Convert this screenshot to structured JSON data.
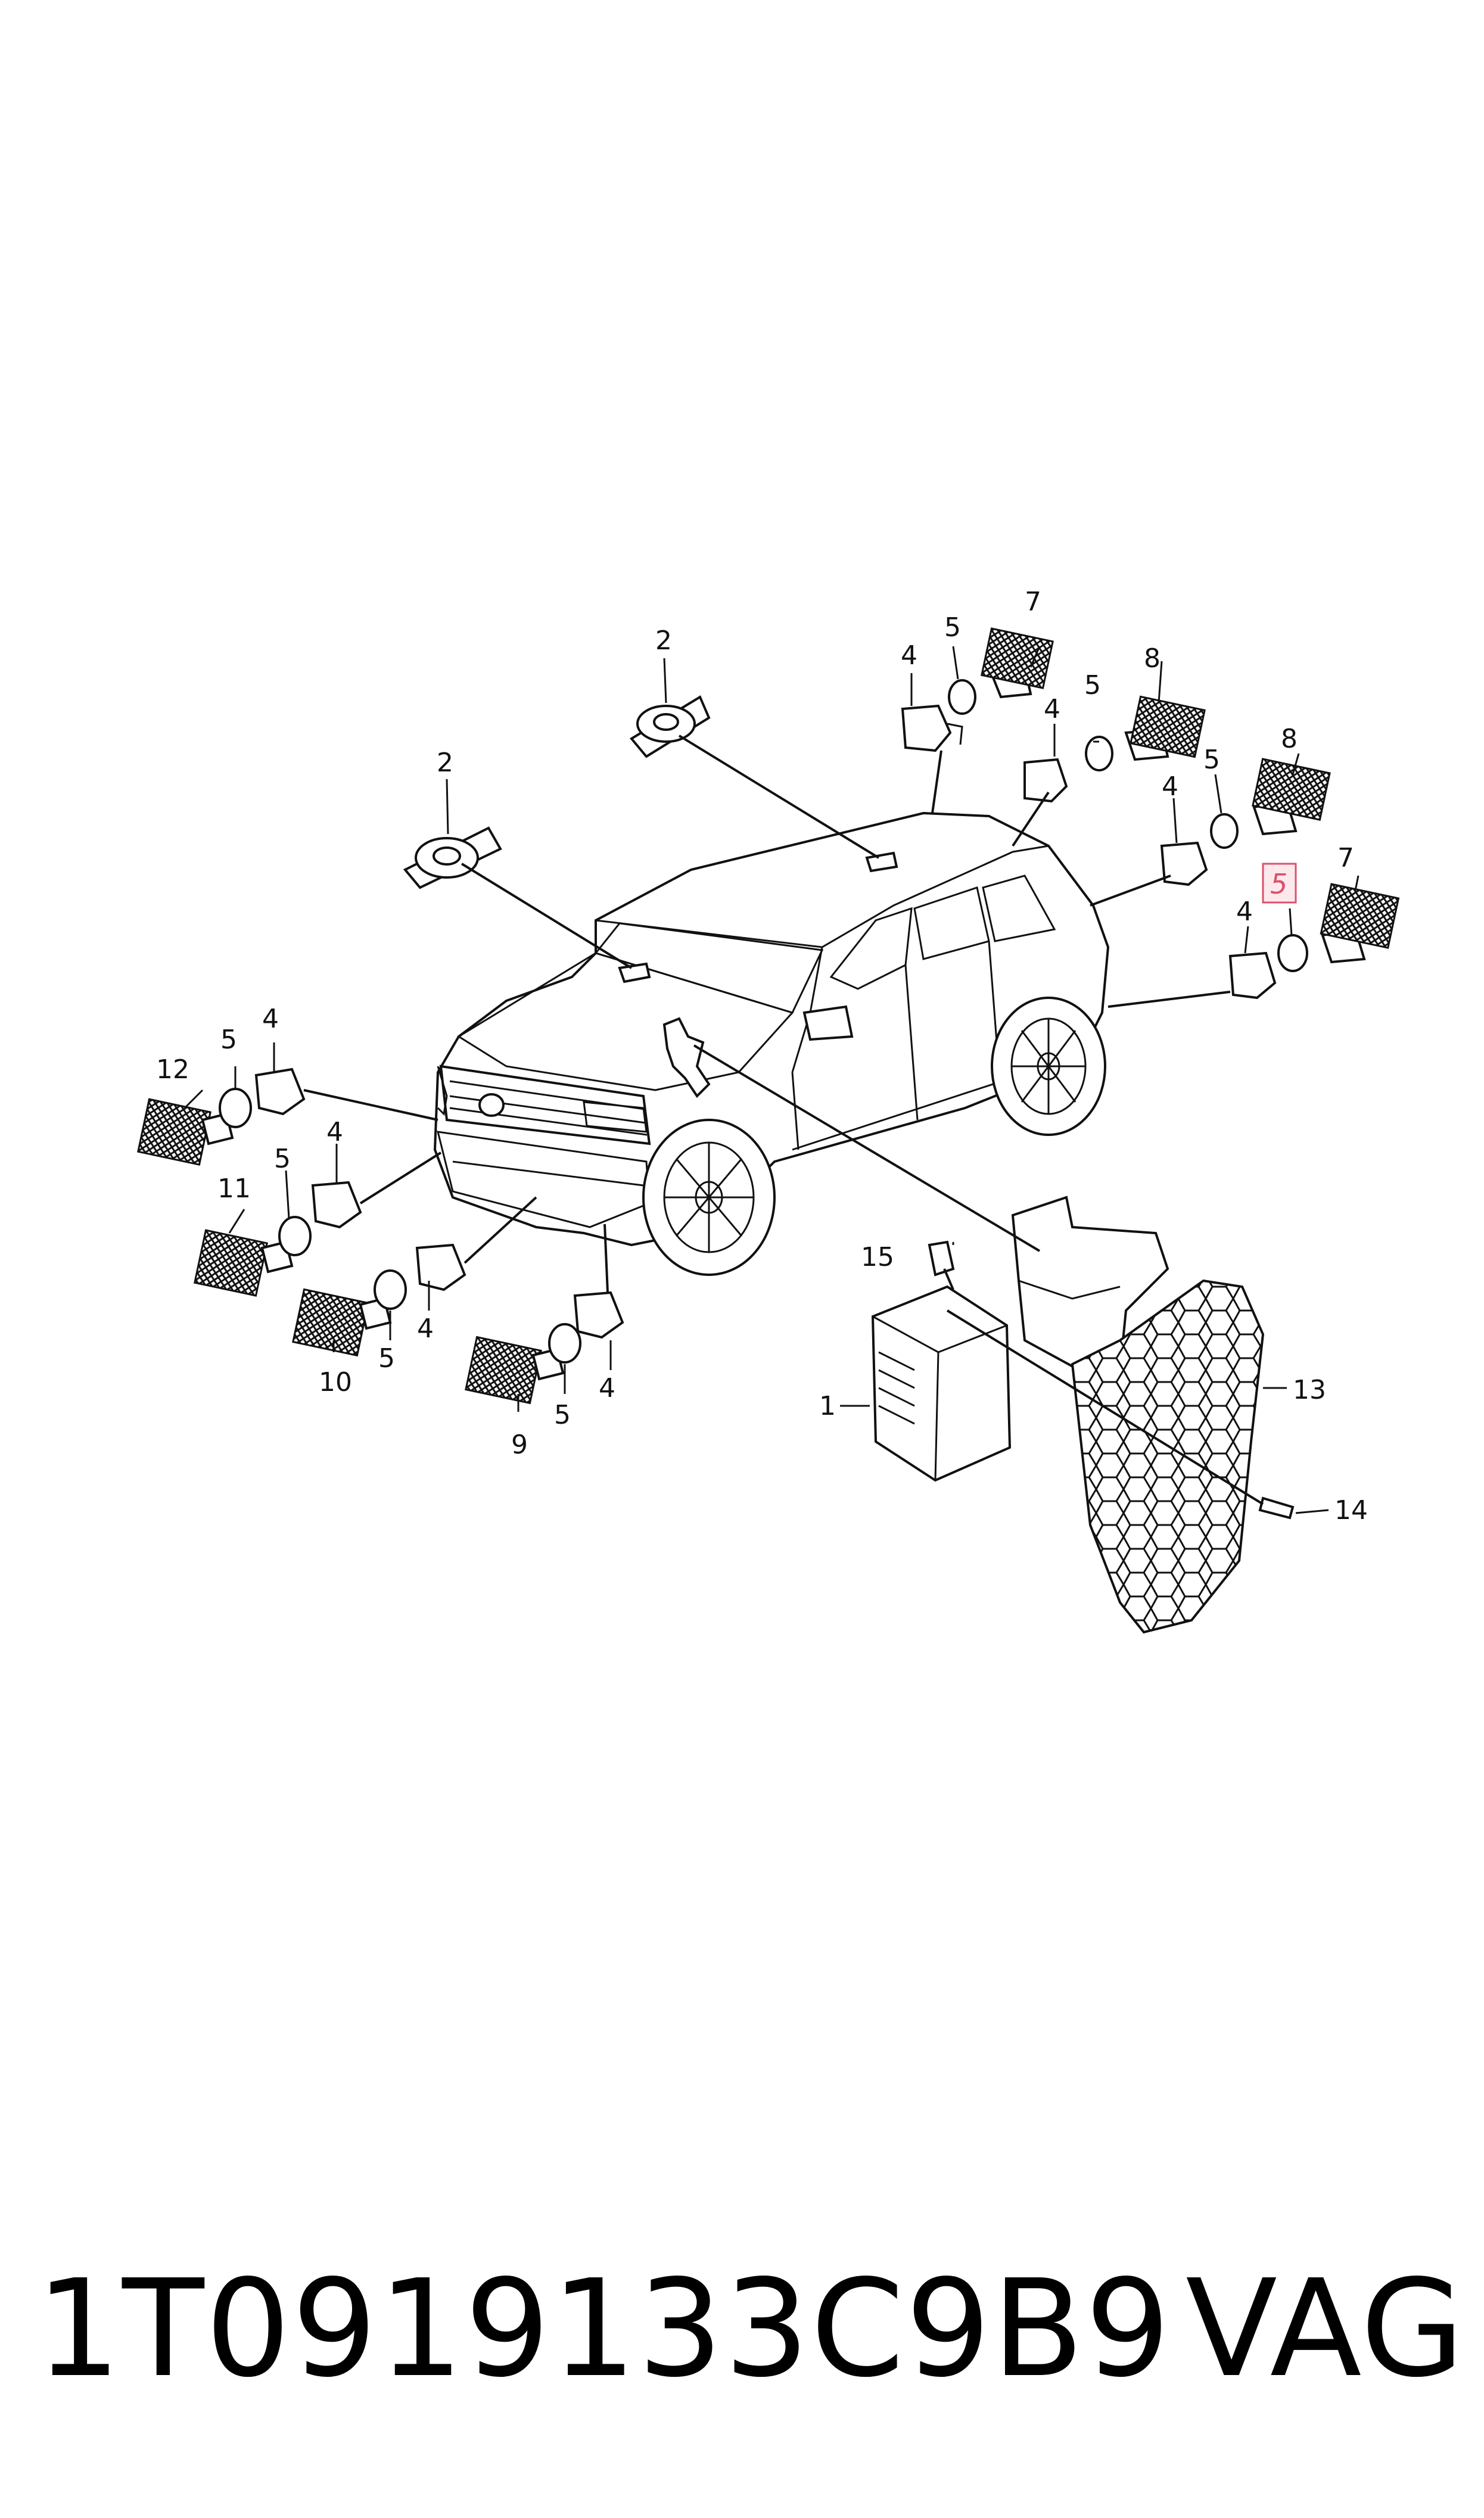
{
  "callouts": {
    "c1": "1",
    "c2a": "2",
    "c2b": "2",
    "c4a": "4",
    "c4b": "4",
    "c4c": "4",
    "c4d": "4",
    "c4e": "4",
    "c4f": "4",
    "c4g": "4",
    "c4h": "4",
    "c5a": "5",
    "c5b": "5",
    "c5c": "5",
    "c5d": "5",
    "c5e": "5",
    "c5f": "5",
    "c5g": "5",
    "c5h": "5",
    "c7a": "7",
    "c7b": "7",
    "c8a": "8",
    "c8b": "8",
    "c9": "9",
    "c10": "10",
    "c11": "11",
    "c12": "12",
    "c13": "13",
    "c14": "14",
    "c15": "15"
  },
  "highlighted_callout": "5",
  "footer": {
    "part_number": "1T0919133C9B9",
    "brand": "VAG"
  },
  "colors": {
    "highlight_stroke": "#d9536b",
    "highlight_fill": "#fde9ec",
    "line": "#111111"
  }
}
